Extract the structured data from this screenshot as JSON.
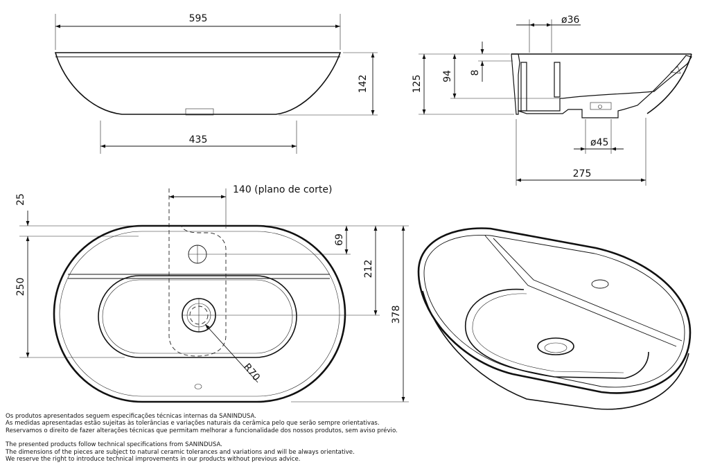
{
  "dimensions": {
    "front_width": "595",
    "front_base_width": "435",
    "front_height": "142",
    "side_tap_hole": "ø36",
    "side_height_125": "125",
    "side_height_94": "94",
    "side_height_8": "8",
    "side_drain": "ø45",
    "side_depth": "275",
    "plan_section_label": "140 (plano de corte)",
    "plan_offset_25": "25",
    "plan_inner_250": "250",
    "plan_tap_69": "69",
    "plan_drain_212": "212",
    "plan_total_378": "378",
    "plan_radius": "R70"
  },
  "notes_pt": [
    "Os produtos apresentados seguem especificações técnicas internas da SANINDUSA.",
    "As medidas apresentadas estão sujeitas às tolerâncias e variações naturais da cerâmica pelo que serão sempre orientativas.",
    "Reservamos o direito de fazer alterações técnicas que permitam melhorar a funcionalidade dos nossos produtos, sem aviso prévio."
  ],
  "notes_en": [
    "The presented products follow technical specifications from SANINDUSA.",
    "The dimensions of the pieces are subject to natural ceramic tolerances and variations and will be always orientative.",
    "We reserve the right to introduce technical improvements in our products without previous advice."
  ]
}
